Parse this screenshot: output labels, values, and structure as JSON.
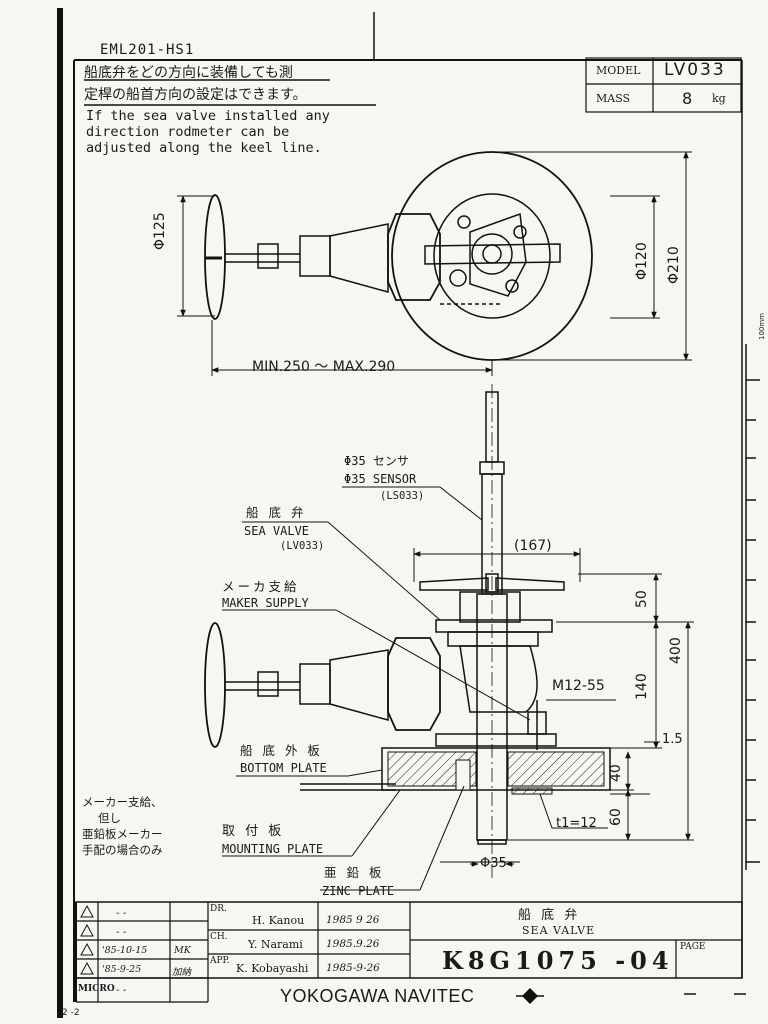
{
  "header": {
    "doc_code": "EML201-HS1",
    "note_jp_line1": "船底弁をどの方向に装備しても測",
    "note_jp_line2": "定桿の船首方向の設定はできます。",
    "note_en": "If the sea valve installed any\ndirection rodmeter can be\nadjusted along the keel line."
  },
  "spec_box": {
    "model_label": "MODEL",
    "model_value": "LV033",
    "mass_label": "MASS",
    "mass_value": "8",
    "mass_unit": "kg"
  },
  "top_view": {
    "dim_handwheel": "Φ125",
    "dim_flange_inner": "Φ120",
    "dim_flange_outer": "Φ210",
    "dim_length": "MIN.250 ～ MAX.290"
  },
  "side_view": {
    "sensor_jp": "Φ35 センサ",
    "sensor_en": "Φ35 SENSOR",
    "sensor_model": "(LS033)",
    "valve_jp": "船 底 弁",
    "valve_en": "SEA VALVE",
    "valve_model": "(LV033)",
    "maker_jp": "メーカ支給",
    "maker_en": "MAKER SUPPLY",
    "dim_width": "(167)",
    "dim_50": "50",
    "dim_400": "400",
    "dim_140": "140",
    "bolt": "M12-55",
    "dim_15": "1.5",
    "bottom_jp": "船 底 外 板",
    "bottom_en": "BOTTOM PLATE",
    "dim_40": "40",
    "dim_60": "60",
    "mount_jp": "取 付 板",
    "mount_en": "MOUNTING PLATE",
    "t1": "t1=12",
    "zinc_jp": "亜 鉛 板",
    "zinc_en": "ZINC PLATE",
    "dim_35": "Φ35",
    "side_note_l1": "メーカー支給、",
    "side_note_l2": "但し",
    "side_note_l3": "亜鉛板メーカー",
    "side_note_l4": "手配の場合のみ",
    "scale_label": "100mm"
  },
  "title_block": {
    "revisions": [
      {
        "sym": "",
        "date": "- -",
        "sign": ""
      },
      {
        "sym": "",
        "date": "- -",
        "sign": ""
      },
      {
        "sym": "",
        "date": "'85-10-15",
        "sign": "MK"
      },
      {
        "sym": "",
        "date": "'85-9-25",
        "sign": "加納"
      },
      {
        "sym": "MICRO",
        "date": "- -",
        "sign": ""
      }
    ],
    "dr_label": "DR.",
    "dr_name": "H. Kanou",
    "dr_date": "1985 9 26",
    "ch_label": "CH.",
    "ch_name": "Y. Narami",
    "ch_date": "1985.9.26",
    "app_label": "APP.",
    "app_name": "K. Kobayashi",
    "app_date": "1985-9-26",
    "title_jp": "船 底 弁",
    "title_en": "SEA VALVE",
    "drawing_no": "K8G1075 -04",
    "page_label": "PAGE"
  },
  "footer": {
    "brand": "YOKOGAWA NAVITEC",
    "corner": "2 -2"
  }
}
